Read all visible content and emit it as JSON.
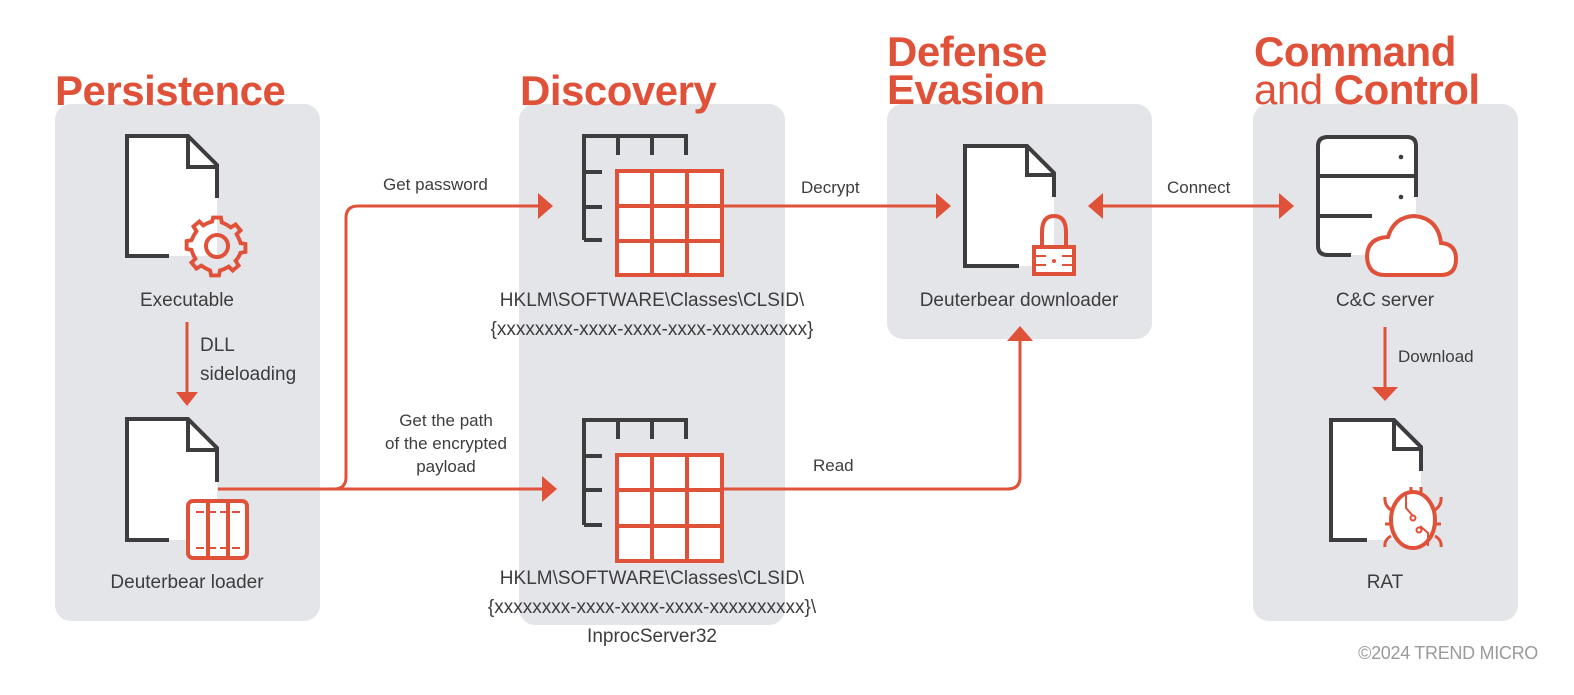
{
  "colors": {
    "accent": "#e0513a",
    "icon_stroke": "#3d3d3f",
    "panel_bg": "#e4e5e9",
    "text": "#3d3d3f",
    "muted": "#9a9a9c"
  },
  "stages": {
    "persistence": {
      "title": "Persistence"
    },
    "discovery": {
      "title": "Discovery"
    },
    "defense_evasion": {
      "title_line1": "Defense",
      "title_line2": "Evasion"
    },
    "c2": {
      "title_line1": "Command",
      "title_line2_light": "and ",
      "title_line2_bold": "Control"
    }
  },
  "nodes": {
    "executable": {
      "label": "Executable",
      "icon": "file-gear-icon"
    },
    "loader": {
      "label": "Deuterbear loader",
      "icon": "file-archive-icon"
    },
    "registry_password": {
      "line1": "HKLM\\SOFTWARE\\Classes\\CLSID\\",
      "line2": "{xxxxxxxx-xxxx-xxxx-xxxx-xxxxxxxxxx}",
      "icon": "registry-table-icon"
    },
    "registry_payload": {
      "line1": "HKLM\\SOFTWARE\\Classes\\CLSID\\",
      "line2": "{xxxxxxxx-xxxx-xxxx-xxxx-xxxxxxxxxx}\\",
      "line3": "InprocServer32",
      "icon": "registry-table-icon"
    },
    "downloader": {
      "label": "Deuterbear downloader",
      "icon": "file-lock-icon"
    },
    "cc_server": {
      "label": "C&C server",
      "icon": "server-cloud-icon"
    },
    "rat": {
      "label": "RAT",
      "icon": "file-bug-icon"
    }
  },
  "edges": {
    "dll_sideloading": {
      "line1": "DLL",
      "line2": "sideloading"
    },
    "get_password": {
      "label": "Get password"
    },
    "get_path": {
      "line1": "Get the path",
      "line2": "of the encrypted",
      "line3": "payload"
    },
    "decrypt": {
      "label": "Decrypt"
    },
    "read": {
      "label": "Read"
    },
    "connect": {
      "label": "Connect"
    },
    "download": {
      "label": "Download"
    }
  },
  "footer": {
    "copyright": "©2024 TREND MICRO"
  }
}
